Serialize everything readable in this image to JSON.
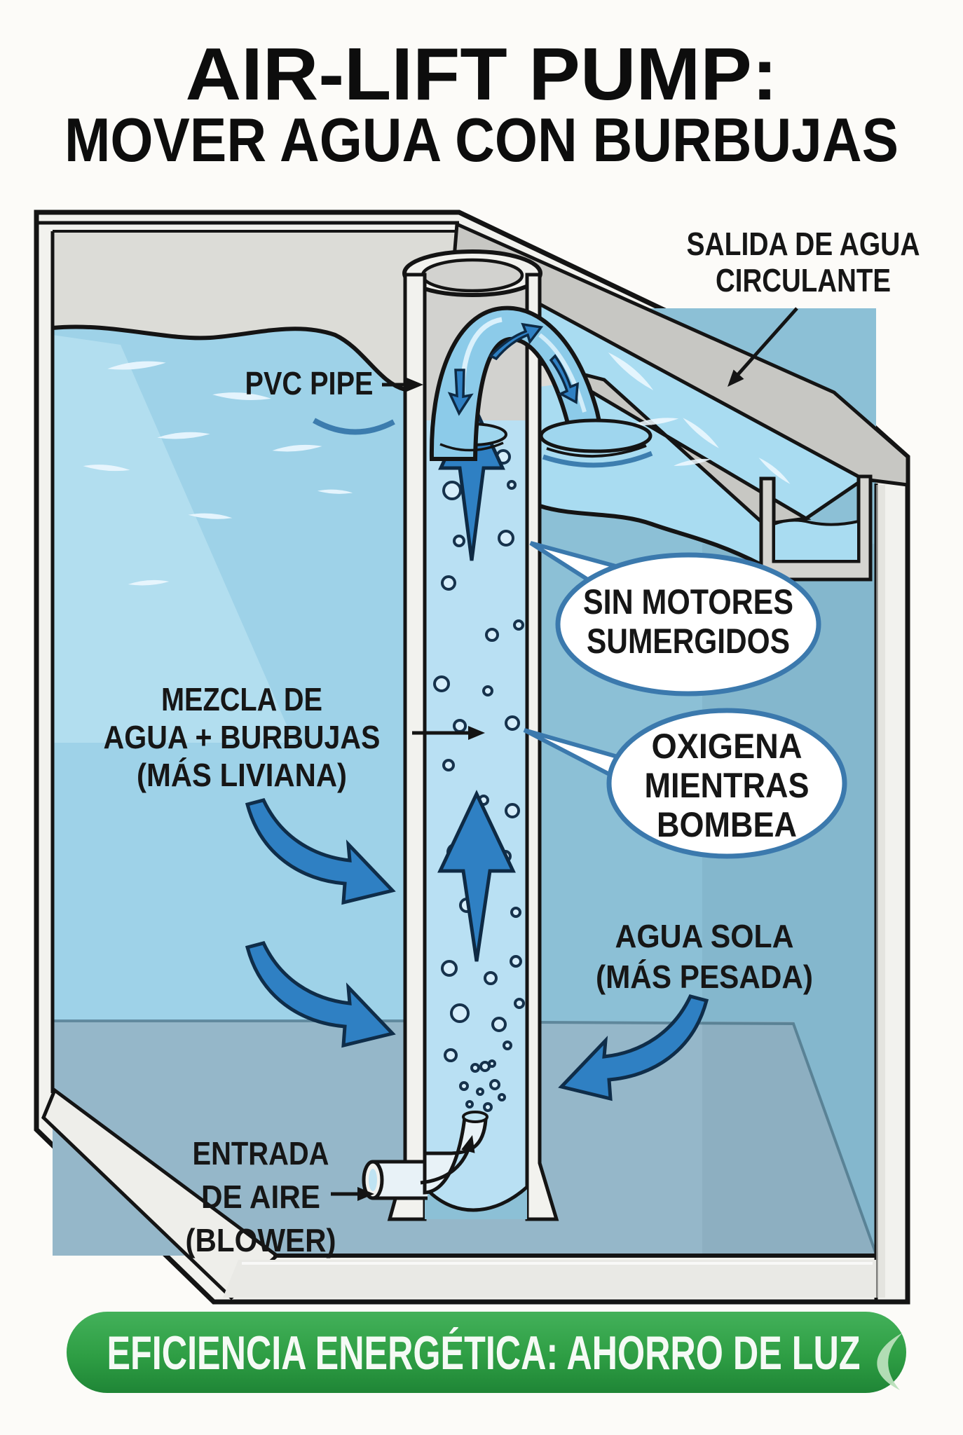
{
  "title": {
    "line1": "AIR-LIFT PUMP:",
    "line2": "MOVER AGUA CON BURBUJAS"
  },
  "labels": {
    "salida": {
      "lines": [
        "SALIDA DE AGUA",
        "CIRCULANTE"
      ]
    },
    "pvc_pipe": {
      "text": "PVC PIPE"
    },
    "mezcla": {
      "lines": [
        "MEZCLA DE",
        "AGUA + BURBUJAS",
        "(MÁS LIVIANA)"
      ]
    },
    "agua_sola": {
      "lines": [
        "AGUA SOLA",
        "(MÁS PESADA)"
      ]
    },
    "entrada_aire": {
      "lines": [
        "ENTRADA",
        "DE AIRE",
        "(BLOWER)"
      ]
    }
  },
  "speech_bubbles": {
    "bubble1": {
      "lines": [
        "SIN MOTORES",
        "SUMERGIDOS"
      ]
    },
    "bubble2": {
      "lines": [
        "OXIGENA",
        "MIENTRAS",
        "BOMBEA"
      ]
    }
  },
  "banner": {
    "text": "EFICIENCIA ENERGÉTICA: AHORRO DE LUZ"
  },
  "icons": {
    "banner_icon": "leaf-icon"
  },
  "colors": {
    "arrow_blue": "#2f80c3",
    "water_main": "#9ed2e8",
    "water_right": "#8cc0d6",
    "water_pipe": "#b9e0f3",
    "water_trough": "#a9dcf1",
    "wall_gray": "#dcdcd7",
    "shell_gray": "#f2f2ee",
    "outline": "#141414",
    "bubble_border": "#3b79ad",
    "banner_green": "#2e9e44",
    "leaf_green": "#b9e0ba"
  }
}
